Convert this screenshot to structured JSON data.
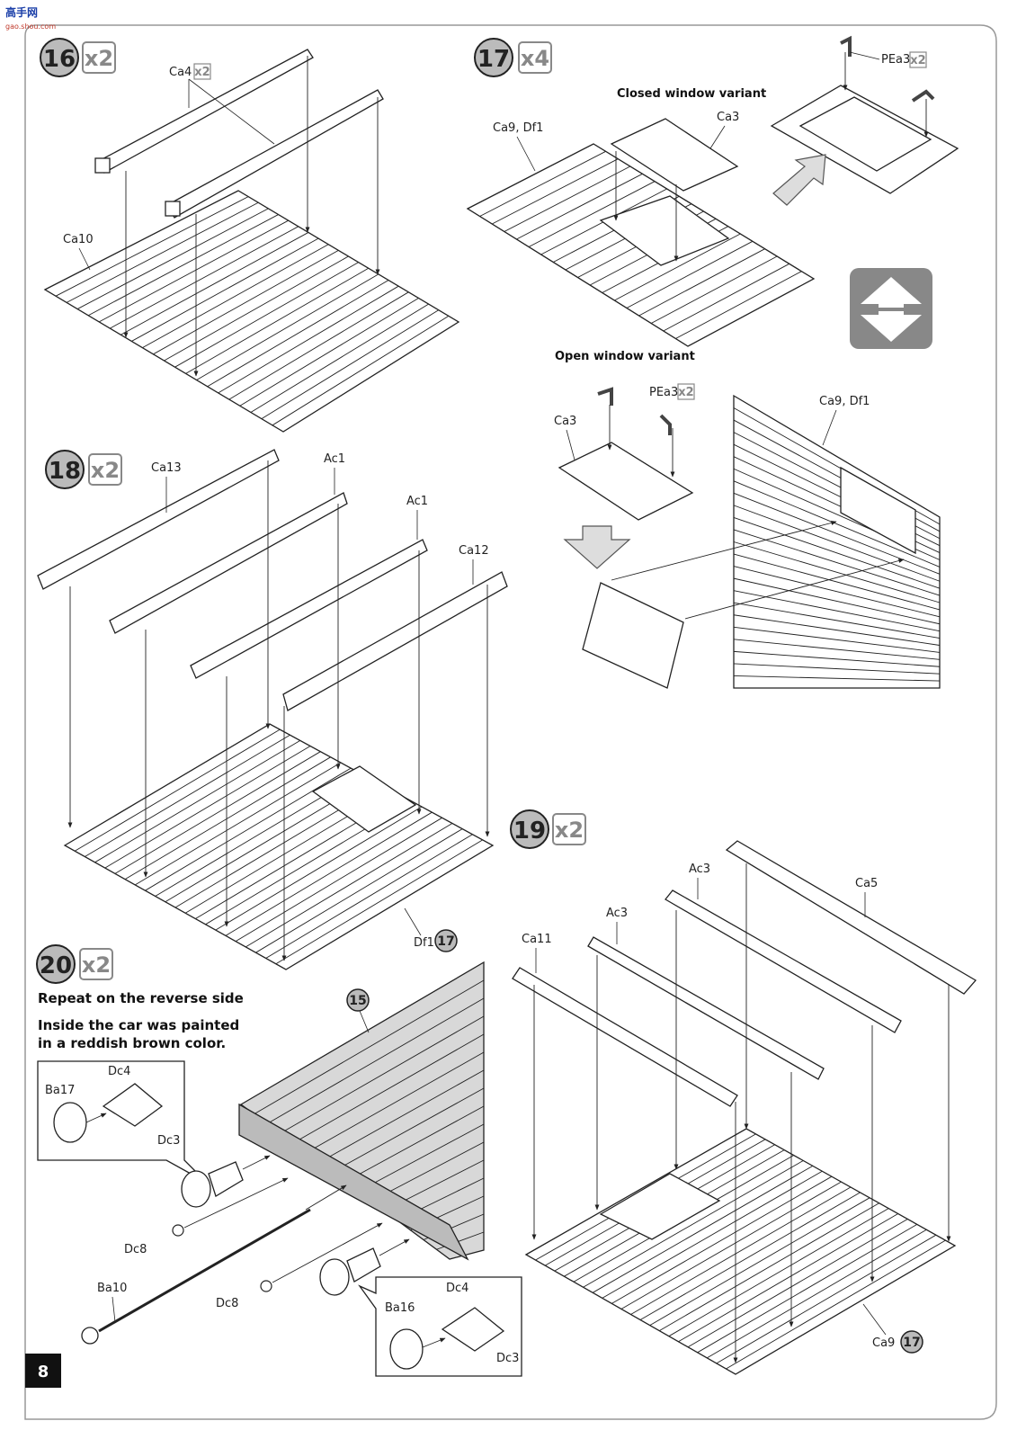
{
  "logo": {
    "text": "高手网",
    "subtext": "gao.shou.com"
  },
  "page_number": "8",
  "steps": [
    {
      "id": "step-16",
      "number": "16",
      "qty": "x2",
      "labels": [
        {
          "text": "Ca4",
          "qty": "x2"
        },
        {
          "text": "Ca10"
        }
      ]
    },
    {
      "id": "step-17",
      "number": "17",
      "qty": "x4",
      "closed_variant": {
        "title": "Closed window variant",
        "labels": [
          "Ca9, Df1",
          "Ca3",
          "PEa3"
        ],
        "pea3_qty": "x2"
      },
      "open_variant": {
        "title": "Open window variant",
        "labels": [
          "Ca3",
          "PEa3",
          "Ca9, Df1"
        ],
        "pea3_qty": "x2"
      }
    },
    {
      "id": "step-18",
      "number": "18",
      "qty": "x2",
      "labels": [
        "Ca13",
        "Ac1",
        "Ac1",
        "Ca12",
        "Df1"
      ],
      "ref": "17"
    },
    {
      "id": "step-19",
      "number": "19",
      "qty": "x2",
      "labels": [
        "Ac3",
        "Ca5",
        "Ac3",
        "Ca11",
        "Ca9"
      ],
      "ref": "17"
    },
    {
      "id": "step-20",
      "number": "20",
      "qty": "x2",
      "notes": [
        "Repeat on the reverse side",
        "Inside the car was painted",
        "in a reddish brown color."
      ],
      "ref": "15",
      "inset_top": [
        "Dc4",
        "Ba17",
        "Dc3"
      ],
      "inset_bottom": [
        "Dc4",
        "Ba16",
        "Dc3"
      ],
      "parts": [
        "Dc8",
        "Ba10",
        "Dc8"
      ]
    }
  ]
}
